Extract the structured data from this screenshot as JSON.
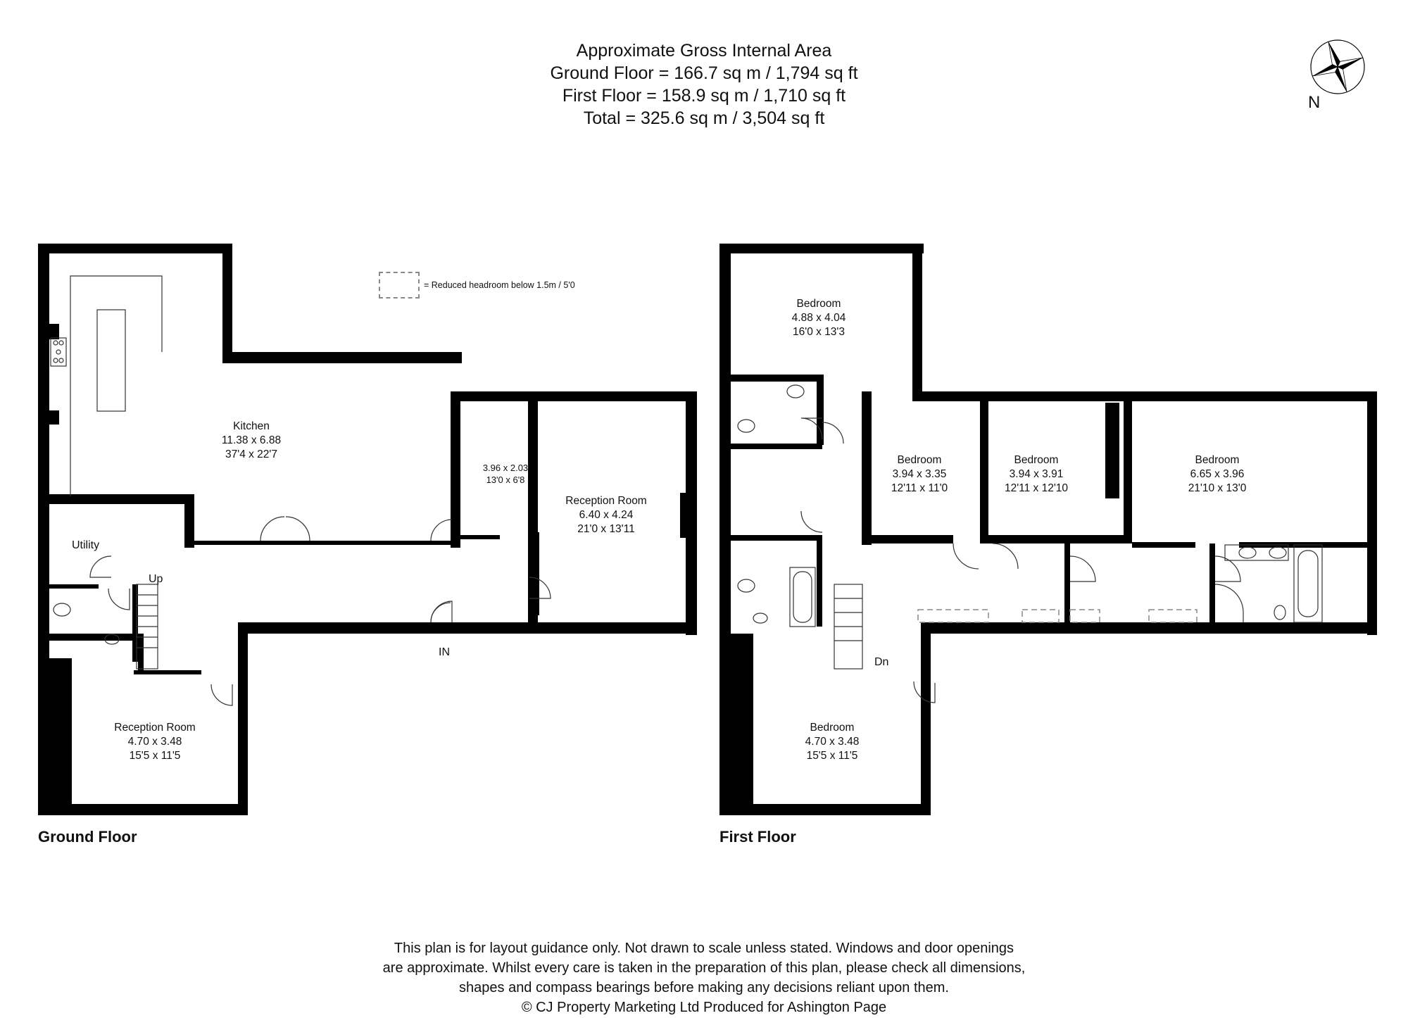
{
  "header": {
    "title": "Approximate Gross Internal Area",
    "ground_floor_area": "Ground Floor = 166.7 sq m / 1,794 sq ft",
    "first_floor_area": "First Floor = 158.9 sq m / 1,710 sq ft",
    "total_area": "Total = 325.6 sq m / 3,504 sq ft"
  },
  "compass": {
    "label": "N",
    "icon": "compass-rose-icon"
  },
  "legend": {
    "text": "= Reduced headroom below 1.5m / 5'0",
    "icon": "dashed-box-icon"
  },
  "ground_floor": {
    "title": "Ground Floor",
    "rooms": [
      {
        "name": "Kitchen",
        "metric": "11.38 x 6.88",
        "imperial": "37'4 x 22'7"
      },
      {
        "name": "",
        "metric": "3.96 x 2.03",
        "imperial": "13'0 x 6'8"
      },
      {
        "name": "Reception Room",
        "metric": "6.40 x 4.24",
        "imperial": "21'0 x 13'11"
      },
      {
        "name": "Reception Room",
        "metric": "4.70 x 3.48",
        "imperial": "15'5 x 11'5"
      }
    ],
    "labels": {
      "utility": "Utility",
      "stairs": "Up",
      "entrance": "IN"
    }
  },
  "first_floor": {
    "title": "First Floor",
    "rooms": [
      {
        "name": "Bedroom",
        "metric": "4.88 x 4.04",
        "imperial": "16'0 x 13'3"
      },
      {
        "name": "Bedroom",
        "metric": "3.94 x 3.35",
        "imperial": "12'11 x 11'0"
      },
      {
        "name": "Bedroom",
        "metric": "3.94 x 3.91",
        "imperial": "12'11 x 12'10"
      },
      {
        "name": "Bedroom",
        "metric": "6.65 x 3.96",
        "imperial": "21'10 x 13'0"
      },
      {
        "name": "Bedroom",
        "metric": "4.70 x 3.48",
        "imperial": "15'5 x 11'5"
      }
    ],
    "labels": {
      "stairs": "Dn"
    }
  },
  "footer": {
    "line1": "This plan is for layout guidance only. Not drawn to scale unless stated. Windows and door openings",
    "line2": "are approximate. Whilst every care is taken in the preparation of this plan, please check all dimensions,",
    "line3": "shapes and compass bearings before making any decisions reliant upon them.",
    "line4": "© CJ Property Marketing Ltd Produced for Ashington Page"
  },
  "colors": {
    "wall": "#000000",
    "background": "#ffffff",
    "dashed": "#888888",
    "line": "#333333"
  }
}
